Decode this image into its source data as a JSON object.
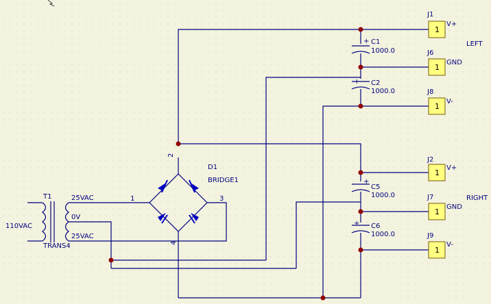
{
  "colors": {
    "background": "#f3f3df",
    "grid": "#c8c8b4",
    "wire": "#000080",
    "junction": "#900000",
    "diode": "#0000c0",
    "connector_fill": "#ffff80",
    "label": "#000080"
  },
  "connectors": [
    {
      "ref": "J1",
      "pin": "1",
      "signal": "V+"
    },
    {
      "ref": "J6",
      "pin": "1",
      "signal": "GND"
    },
    {
      "ref": "J8",
      "pin": "1",
      "signal": "V-"
    },
    {
      "ref": "J2",
      "pin": "1",
      "signal": "V+"
    },
    {
      "ref": "J7",
      "pin": "1",
      "signal": "GND"
    },
    {
      "ref": "J9",
      "pin": "1",
      "signal": "V-"
    }
  ],
  "capacitors": [
    {
      "ref": "C1",
      "value": "1000.0",
      "plus": "+"
    },
    {
      "ref": "C2",
      "value": "1000.0",
      "plus": "+"
    },
    {
      "ref": "C5",
      "value": "1000.0",
      "plus": "+"
    },
    {
      "ref": "C6",
      "value": "1000.0",
      "plus": "+"
    }
  ],
  "groups": {
    "left": "LEFT",
    "right": "RIGHT"
  },
  "bridge": {
    "ref": "D1",
    "part": "BRIDGE1",
    "pins": {
      "p1": "1",
      "p2": "2",
      "p3": "3",
      "p4": "4"
    }
  },
  "transformer": {
    "ref": "T1",
    "part": "TRANS4",
    "primary": "110VAC",
    "taps": {
      "top": "25VAC",
      "center": "0V",
      "bottom": "25VAC"
    }
  }
}
